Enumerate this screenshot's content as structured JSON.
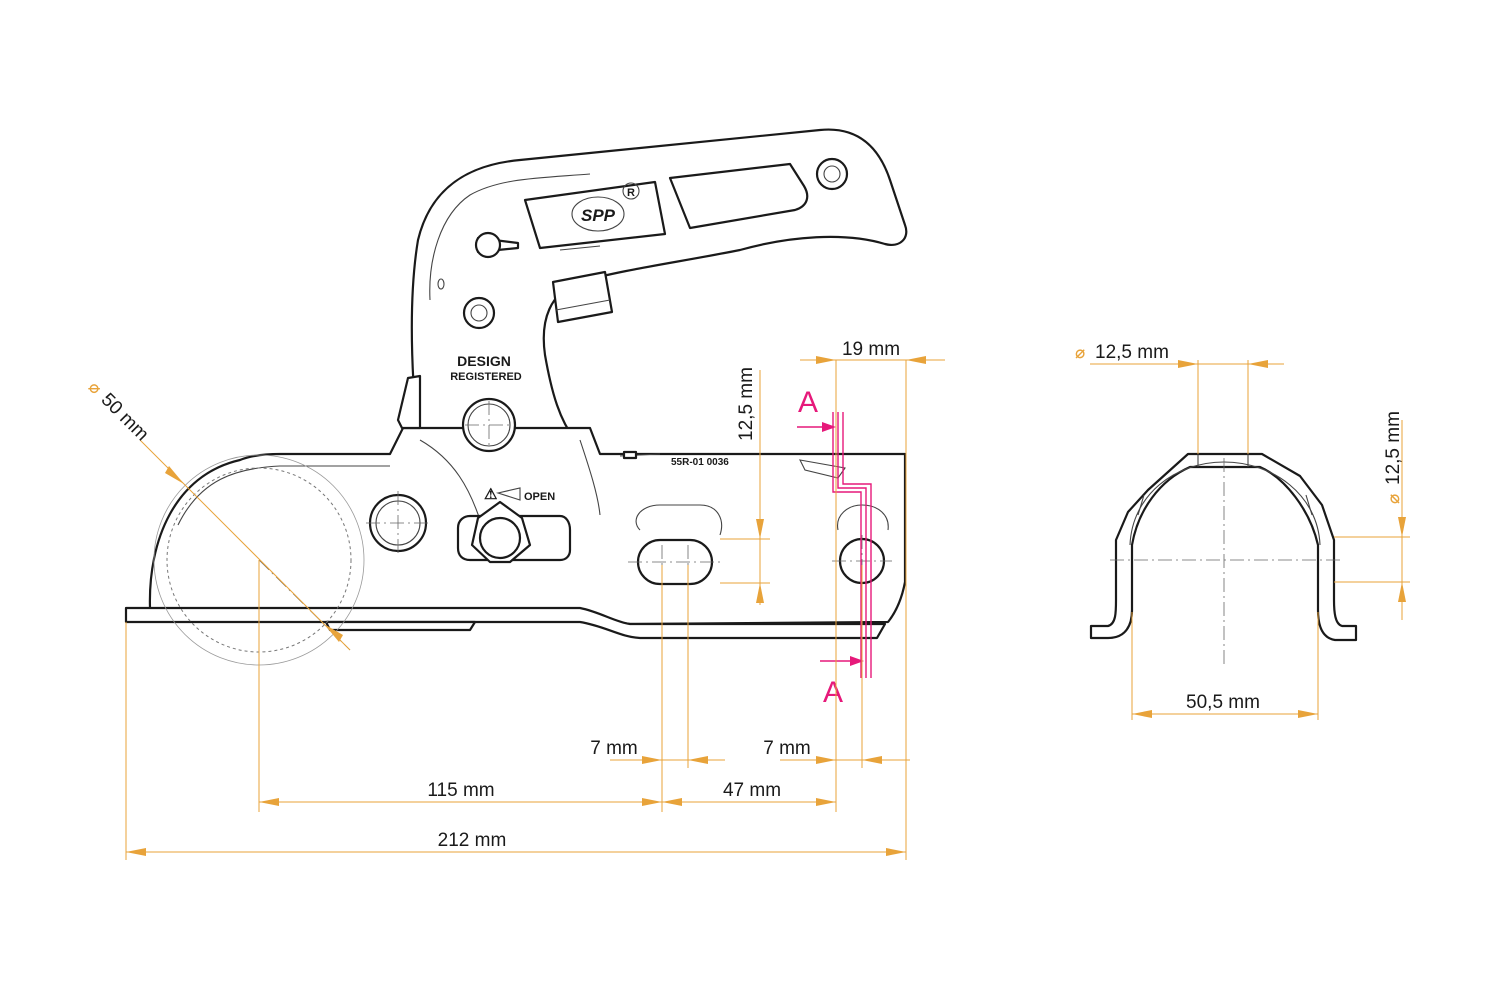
{
  "dimensions": {
    "ball_diameter": "50 mm",
    "rear_offset": "19 mm",
    "hole_spacing_vertical": "12,5 mm",
    "slot_width_left": "7 mm",
    "slot_width_right": "7 mm",
    "ball_to_slot": "115 mm",
    "slot_to_hole": "47 mm",
    "overall_length": "212 mm",
    "section_hole_diameter": "12,5 mm",
    "section_vertical": "12,5 mm",
    "section_inner_width": "50,5 mm"
  },
  "diameter_symbol": "⌀",
  "section_marks": {
    "top": "A",
    "bottom": "A"
  },
  "markings": {
    "design": "DESIGN",
    "registered": "REGISTERED",
    "open": "OPEN",
    "warning": "⚠",
    "approval": "55R-01 0036",
    "logo": "SPP",
    "registered_symbol": "R"
  },
  "colors": {
    "dimension": "#e8a33a",
    "section": "#e6197a",
    "outline": "#1a1a1a"
  }
}
